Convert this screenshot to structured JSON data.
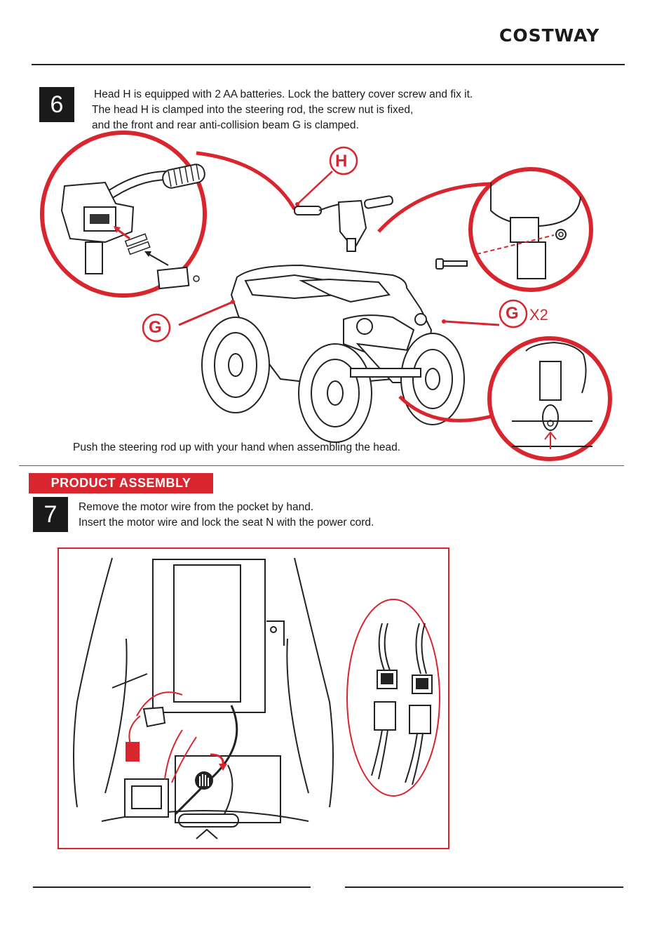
{
  "brand": {
    "logo_text": "COSTWAY"
  },
  "step6": {
    "number": "6",
    "lines": [
      "Head H is equipped with 2 AA batteries. Lock the battery cover screw and fix it.",
      "The head H is clamped into the steering rod, the screw nut is fixed,",
      "and the front and rear anti-collision beam G is clamped."
    ],
    "callout_h": "H",
    "callout_g_left": "G",
    "callout_g_right": "G",
    "quantity": "X2",
    "note": "Push the steering rod up with your hand when assembling the head."
  },
  "section": {
    "title": "PRODUCT ASSEMBLY"
  },
  "step7": {
    "number": "7",
    "lines": [
      "Remove the motor wire from the pocket by hand.",
      "Insert the motor wire and lock the seat N with the power cord."
    ]
  },
  "colors": {
    "accent": "#d9252d",
    "ink": "#1a1a1a"
  }
}
